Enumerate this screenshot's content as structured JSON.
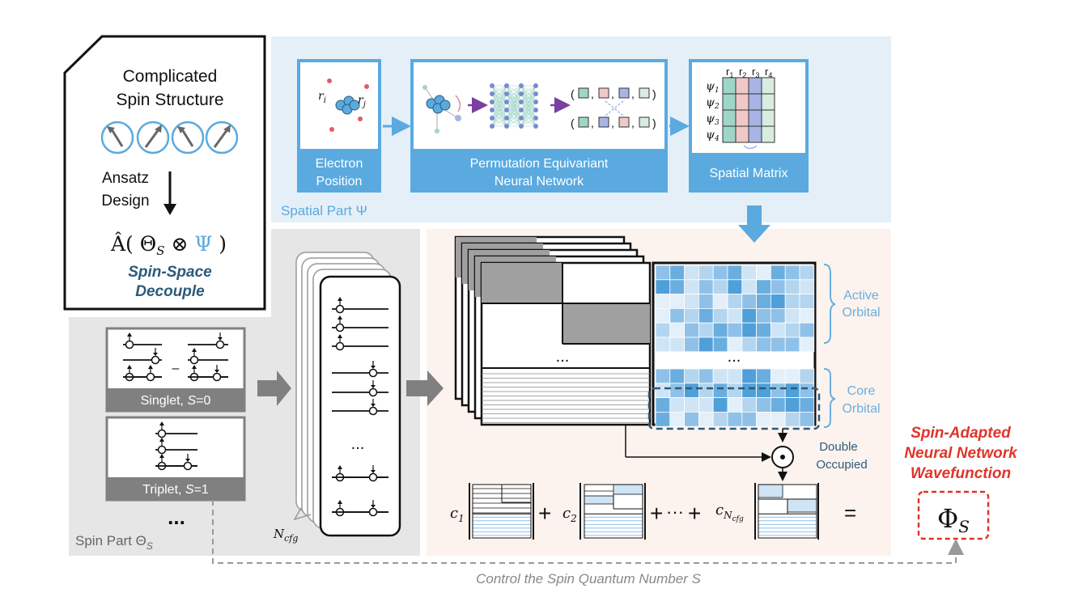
{
  "intro_box": {
    "title_line1": "Complicated",
    "title_line2": "Spin Structure",
    "ansatz_line1": "Ansatz",
    "ansatz_line2": "Design",
    "formula": "Â( Θ",
    "formula_sub": "S",
    "formula_op": " ⊗ ",
    "formula_psi": "Ψ",
    "formula_close": " )",
    "decouple_line1": "Spin-Space",
    "decouple_line2": "Decouple"
  },
  "spatial_part": {
    "label": "Spatial Part Ψ",
    "electron_position_line1": "Electron",
    "electron_position_line2": "Position",
    "network_line1": "Permutation Equivariant",
    "network_line2": "Neural Network",
    "spatial_matrix": "Spatial Matrix",
    "r_i": "r",
    "r_i_sub": "i",
    "r_j": "r",
    "r_j_sub": "j",
    "columns": [
      "r",
      "r",
      "r",
      "r"
    ],
    "column_subs": [
      "1",
      "2",
      "3",
      "4"
    ],
    "rows": [
      "ψ",
      "ψ",
      "ψ",
      "ψ"
    ],
    "row_subs": [
      "1",
      "2",
      "3",
      "4"
    ]
  },
  "spin_part": {
    "label": "Spin Part Θ",
    "label_sub": "S",
    "singlet": "Singlet, ",
    "singlet_s": "S",
    "singlet_val": "=0",
    "triplet": "Triplet, ",
    "triplet_s": "S",
    "triplet_val": "=1",
    "minus": "–",
    "ellipsis": "...",
    "n_cfg": "N",
    "n_cfg_sub": "cfg",
    "stack_ellipsis": "..."
  },
  "determinant": {
    "ellipsis_left": "...",
    "ellipsis_right": "...",
    "active_line1": "Active",
    "active_line2": "Orbital",
    "core_line1": "Core",
    "core_line2": "Orbital",
    "double_line1": "Double",
    "double_line2": "Occupied",
    "c1": "c",
    "c1_sub": "1",
    "c2": "c",
    "c2_sub": "2",
    "plus": "+",
    "dots": "···",
    "cn": "c",
    "cn_sub": "N",
    "cn_subsub": "cfg",
    "equals": "="
  },
  "output": {
    "line1": "Spin-Adapted",
    "line2": "Neural Network",
    "line3": "Wavefunction",
    "phi": "Φ",
    "phi_sub": "S",
    "control": "Control  the Spin Quantum Number S"
  },
  "colors": {
    "light_blue_panel": "#e5eff8",
    "block_blue": "#5aaae0",
    "gray_panel": "#e6e6e6",
    "peach_panel": "#fdf3ee",
    "dark_gray": "#808080",
    "teal_label": "#2c5a7a",
    "red_label": "#e0342a",
    "orbital_blue": "#6aaee0"
  }
}
